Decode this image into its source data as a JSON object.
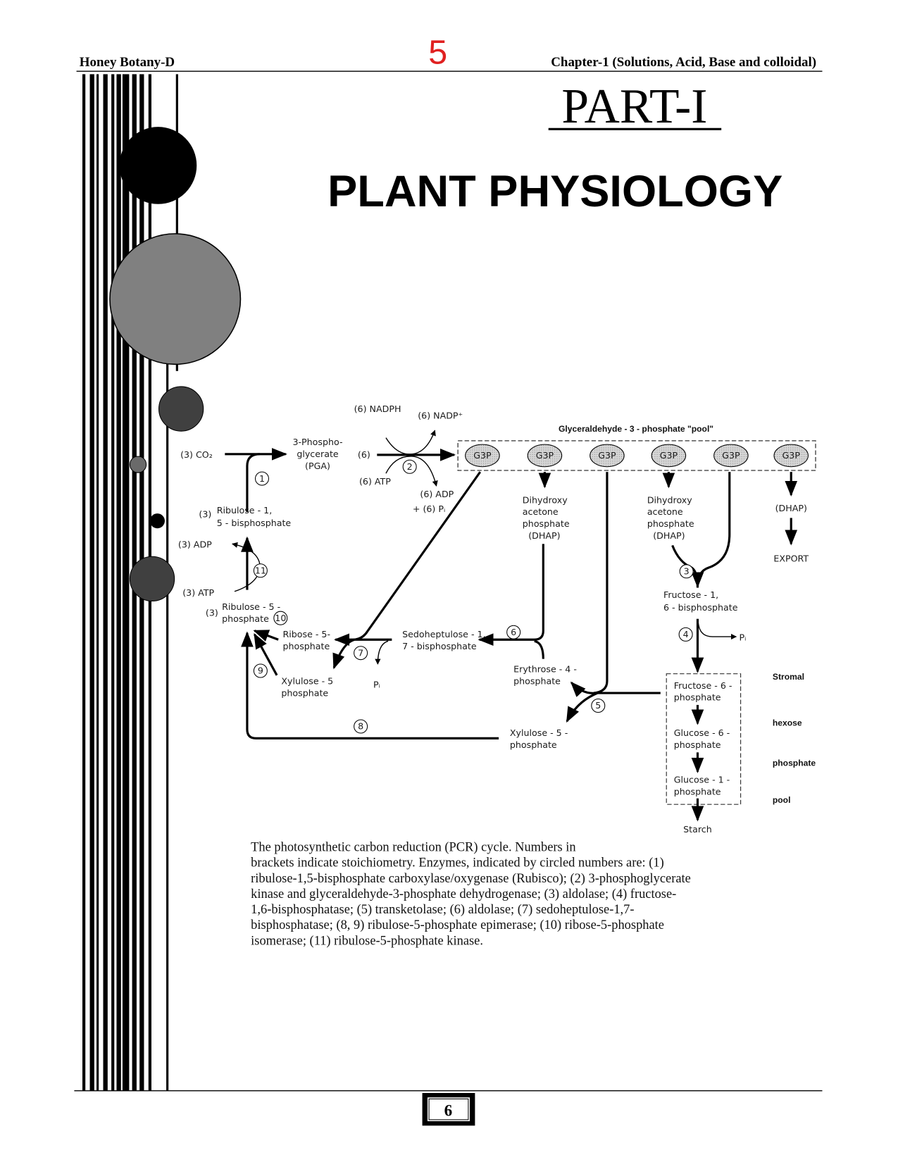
{
  "header": {
    "left": "Honey Botany-D",
    "center_number": "5",
    "right": "Chapter-1 (Solutions, Acid, Base and colloidal)"
  },
  "title": {
    "part": "PART-I",
    "subject": "PLANT PHYSIOLOGY"
  },
  "diagram": {
    "pool_title": "Glyceraldehyde - 3 - phosphate \"pool\"",
    "g3p_labels": [
      "G3P",
      "G3P",
      "G3P",
      "G3P",
      "G3P",
      "G3P"
    ],
    "co2": "(3) CO₂",
    "pga": [
      "3-Phospho-",
      "glycerate",
      "(PGA)"
    ],
    "six": "(6)",
    "nadph": "(6) NADPH",
    "nadp": "(6) NADP⁺",
    "atp6": "(6) ATP",
    "adp6": "(6) ADP",
    "pi6": "+ (6) Pᵢ",
    "rubp_stoich": "(3)",
    "rubp": [
      "Ribulose - 1,",
      "5 - bisphosphate"
    ],
    "adp3": "(3) ADP",
    "atp3": "(3) ATP",
    "ru5p_stoich": "(3)",
    "ru5p": [
      "Ribulose - 5 -",
      "phosphate"
    ],
    "r5p": [
      "Ribose - 5-",
      "phosphate"
    ],
    "xu5p_a": [
      "Xylulose - 5",
      "phosphate"
    ],
    "pi_a": "Pᵢ",
    "sbp": [
      "Sedoheptulose - 1,",
      "7 - bisphosphate"
    ],
    "dhap_a": [
      "Dihydroxy",
      "acetone",
      "phosphate",
      "(DHAP)"
    ],
    "dhap_b": [
      "Dihydroxy",
      "acetone",
      "phosphate",
      "(DHAP)"
    ],
    "dhap_c": "(DHAP)",
    "export": "EXPORT",
    "e4p": [
      "Erythrose - 4 -",
      "phosphate"
    ],
    "xu5p_b": [
      "Xylulose - 5 -",
      "phosphate"
    ],
    "fbp": [
      "Fructose - 1,",
      "6 - bisphosphate"
    ],
    "pi_b": "Pᵢ",
    "f6p": [
      "Fructose - 6 -",
      "phosphate"
    ],
    "g6p": [
      "Glucose - 6 -",
      "phosphate"
    ],
    "g1p": [
      "Glucose - 1 -",
      "phosphate"
    ],
    "starch": "Starch",
    "hexose_pool": [
      "Stromal",
      "hexose",
      "phosphate",
      "pool"
    ],
    "enzymes": [
      "1",
      "2",
      "3",
      "4",
      "5",
      "6",
      "7",
      "8",
      "9",
      "10",
      "11"
    ]
  },
  "caption": [
    "The photosynthetic carbon reduction (PCR) cycle. Numbers in",
    "brackets indicate stoichiometry. Enzymes, indicated by circled numbers are: (1)",
    "ribulose-1,5-bisphosphate carboxylase/oxygenase (Rubisco); (2) 3-phosphoglycerate",
    "kinase and glyceraldehyde-3-phosphate dehydrogenase; (3) aldolase; (4) fructose-",
    "1,6-bisphosphatase; (5) transketolase; (6) aldolase; (7) sedoheptulose-1,7-",
    "bisphosphatase; (8, 9) ribulose-5-phosphate epimerase; (10) ribose-5-phosphate",
    "isomerase; (11) ribulose-5-phosphate kinase."
  ],
  "footer": {
    "page_number": "6"
  },
  "colors": {
    "header_number": "#e02020",
    "circle_black": "#000000",
    "circle_gray": "#808080",
    "circle_dark": "#404040",
    "g3p_fill": "#c8c8c8"
  }
}
